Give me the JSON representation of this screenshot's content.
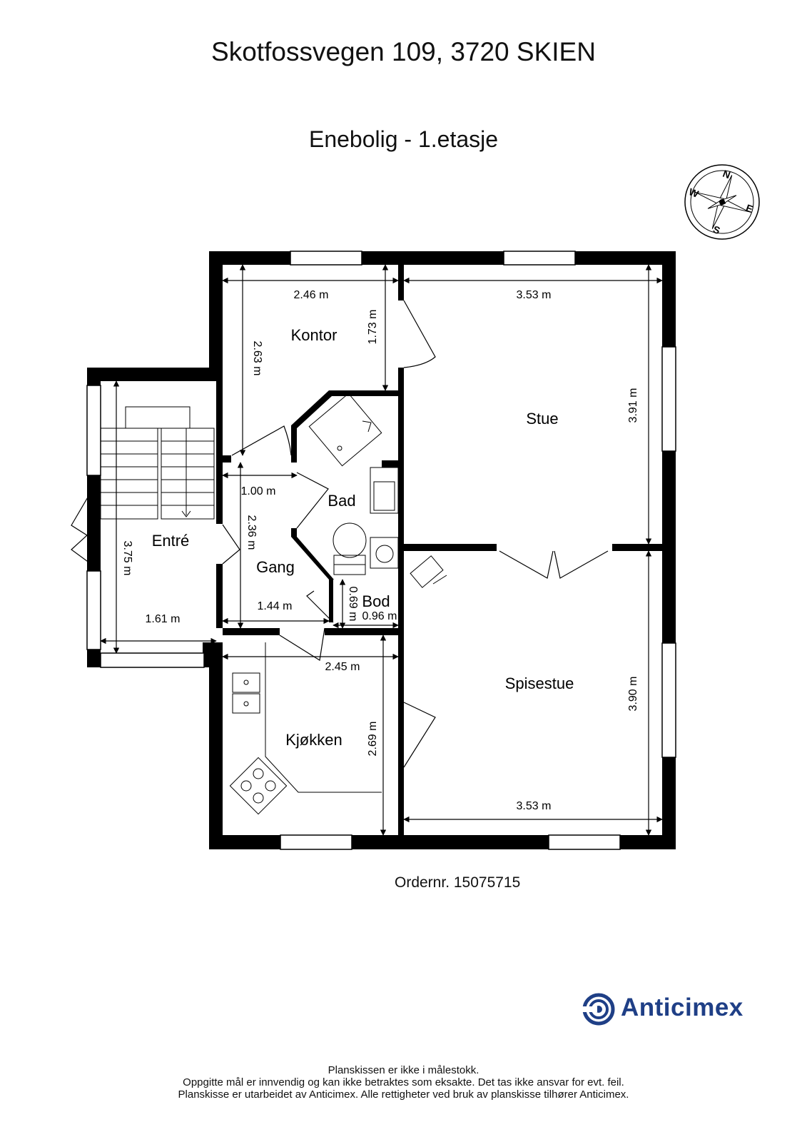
{
  "header": {
    "address": "Skotfossvegen 109, 3720 SKIEN",
    "floor": "Enebolig - 1.etasje"
  },
  "compass": {
    "north": "N",
    "south": "S",
    "east": "E",
    "west": "W"
  },
  "rooms": {
    "kontor": "Kontor",
    "stue": "Stue",
    "bad": "Bad",
    "entre": "Entré",
    "gang": "Gang",
    "bod": "Bod",
    "kjokken": "Kjøkken",
    "spisestue": "Spisestue"
  },
  "dimensions": {
    "kontor_width": "2.46 m",
    "kontor_depth": "2.63 m",
    "kontor_closet": "1.73 m",
    "stue_width": "3.53 m",
    "stue_depth": "3.91 m",
    "gang_width": "1.00 m",
    "gang_depth": "2.36 m",
    "gang_lower": "1.44 m",
    "entre_depth": "3.75 m",
    "entre_width": "1.61 m",
    "bod_depth": "0.69 m",
    "bod_width": "0.96 m",
    "kjokken_width": "2.45 m",
    "kjokken_depth": "2.69 m",
    "spisestue_depth": "3.90 m",
    "spisestue_width": "3.53 m"
  },
  "footer": {
    "order": "Ordernr. 15075715",
    "brand": "Anticimex",
    "notes": [
      "Planskissen er ikke i målestokk.",
      "Oppgitte mål er innvendig og kan ikke betraktes som eksakte. Det tas ikke ansvar for evt. feil.",
      "Planskisse er utarbeidet av Anticimex. Alle rettigheter ved bruk av planskisse tilhører Anticimex."
    ]
  },
  "colors": {
    "wall": "#000000",
    "brand": "#1f3f86"
  }
}
